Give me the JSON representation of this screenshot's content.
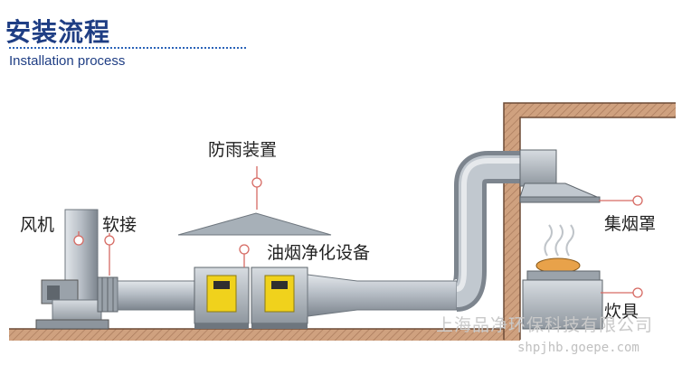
{
  "header": {
    "title": "安装流程",
    "subtitle": "Installation process"
  },
  "labels": {
    "fan": "风机",
    "flexible_joint": "软接",
    "rain_guard": "防雨装置",
    "purifier": "油烟净化设备",
    "hood": "集烟罩",
    "stove": "炊具"
  },
  "watermark": {
    "company": "上海品净环保科技有限公司",
    "url": "shpjhb.goepe.com"
  },
  "colors": {
    "title": "#1f3e84",
    "duct": "#b9c0c8",
    "purifier_panel": "#f0d21c",
    "wall": "#b9876a",
    "floor": "#cfa17f",
    "callout": "#d66a63"
  }
}
